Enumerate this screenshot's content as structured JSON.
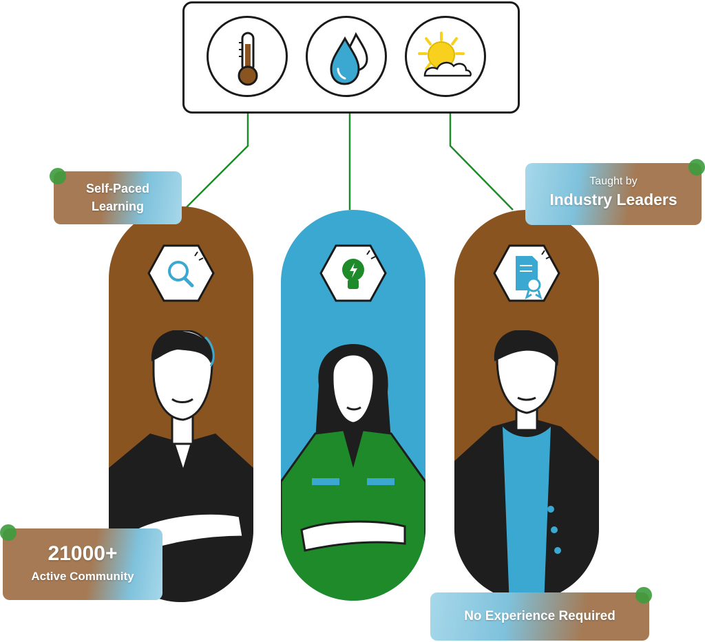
{
  "weather_icons": [
    "thermometer-icon",
    "water-drop-icon",
    "sun-cloud-icon"
  ],
  "feature_icons": [
    "search-icon",
    "lightbulb-icon",
    "certificate-icon"
  ],
  "labels": {
    "self_paced_line1": "Self-Paced",
    "self_paced_line2": "Learning",
    "taught_by": "Taught by",
    "industry_leaders": "Industry Leaders",
    "community_count": "21000+",
    "community_text": "Active Community",
    "no_experience": "No Experience Required"
  },
  "colors": {
    "brown": "#8a5420",
    "blue": "#3aa8d0",
    "green": "#1e8a2a",
    "sun": "#f7d11e",
    "dot_green": "#3d9b3d"
  }
}
